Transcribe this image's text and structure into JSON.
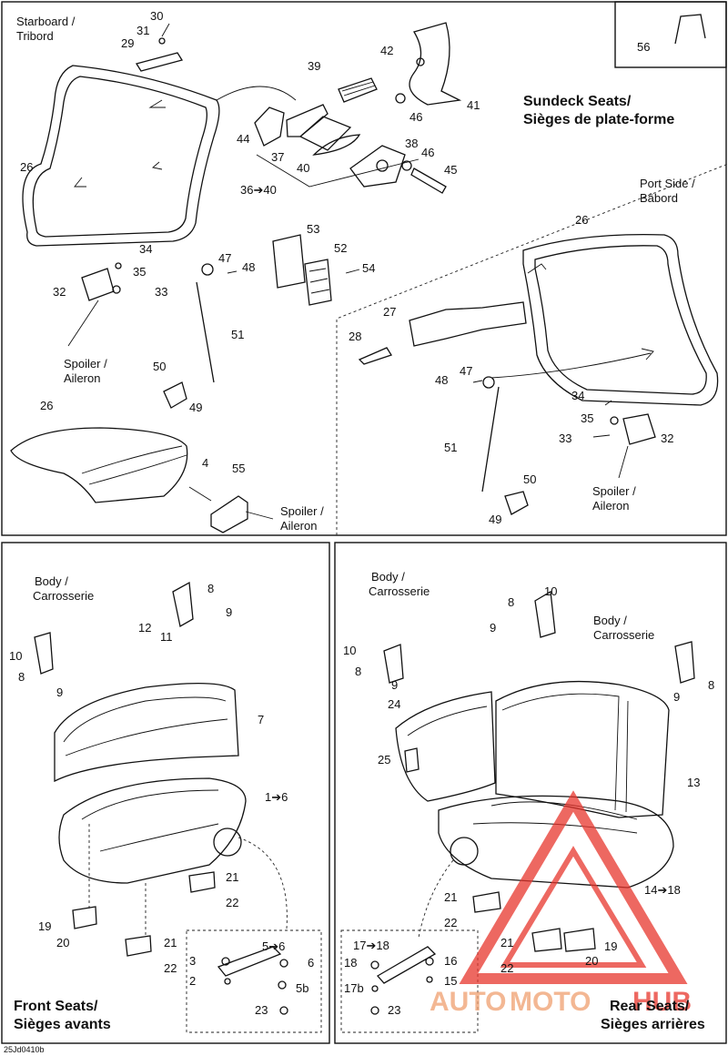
{
  "sections": {
    "sundeck_title_en": "Sundeck Seats/",
    "sundeck_title_fr": "Sièges de plate-forme",
    "front_title_en": "Front Seats/",
    "front_title_fr": "Sièges avants",
    "rear_title_en": "Rear Seats/",
    "rear_title_fr": "Sièges arrières"
  },
  "annotations": {
    "starboard": "Starboard /",
    "tribord": "Tribord",
    "port_side": "Port Side /",
    "babord": "Bâbord",
    "spoiler": "Spoiler /",
    "aileron": "Aileron",
    "body": "Body /",
    "carrosserie": "Carrosserie",
    "range_36_40": "36➔40",
    "range_1_6": "1➔6",
    "range_5_6": "5➔6",
    "range_17_18": "17➔18",
    "range_14_18": "14➔18"
  },
  "callouts": {
    "n2": "2",
    "n3": "3",
    "n4": "4",
    "n5b": "5b",
    "n6": "6",
    "n7": "7",
    "n8": "8",
    "n9": "9",
    "n10": "10",
    "n11": "11",
    "n12": "12",
    "n13": "13",
    "n15": "15",
    "n16": "16",
    "n17b": "17b",
    "n18": "18",
    "n19": "19",
    "n20": "20",
    "n21": "21",
    "n22": "22",
    "n23": "23",
    "n24": "24",
    "n25": "25",
    "n26": "26",
    "n27": "27",
    "n28": "28",
    "n29": "29",
    "n30": "30",
    "n31": "31",
    "n32": "32",
    "n33": "33",
    "n34": "34",
    "n35": "35",
    "n37": "37",
    "n38": "38",
    "n39": "39",
    "n40": "40",
    "n41": "41",
    "n42": "42",
    "n44": "44",
    "n45": "45",
    "n46": "46",
    "n47": "47",
    "n48": "48",
    "n49": "49",
    "n50": "50",
    "n51": "51",
    "n52": "52",
    "n53": "53",
    "n54": "54",
    "n55": "55",
    "n56": "56"
  },
  "footer_code": "25Jd0410b",
  "watermark": {
    "text_a": "AUTO",
    "text_b": "MOTO",
    "text_c": "HUB"
  },
  "colors": {
    "watermark_red": "#e8362d",
    "watermark_orange": "#f0a070",
    "line": "#111111"
  }
}
